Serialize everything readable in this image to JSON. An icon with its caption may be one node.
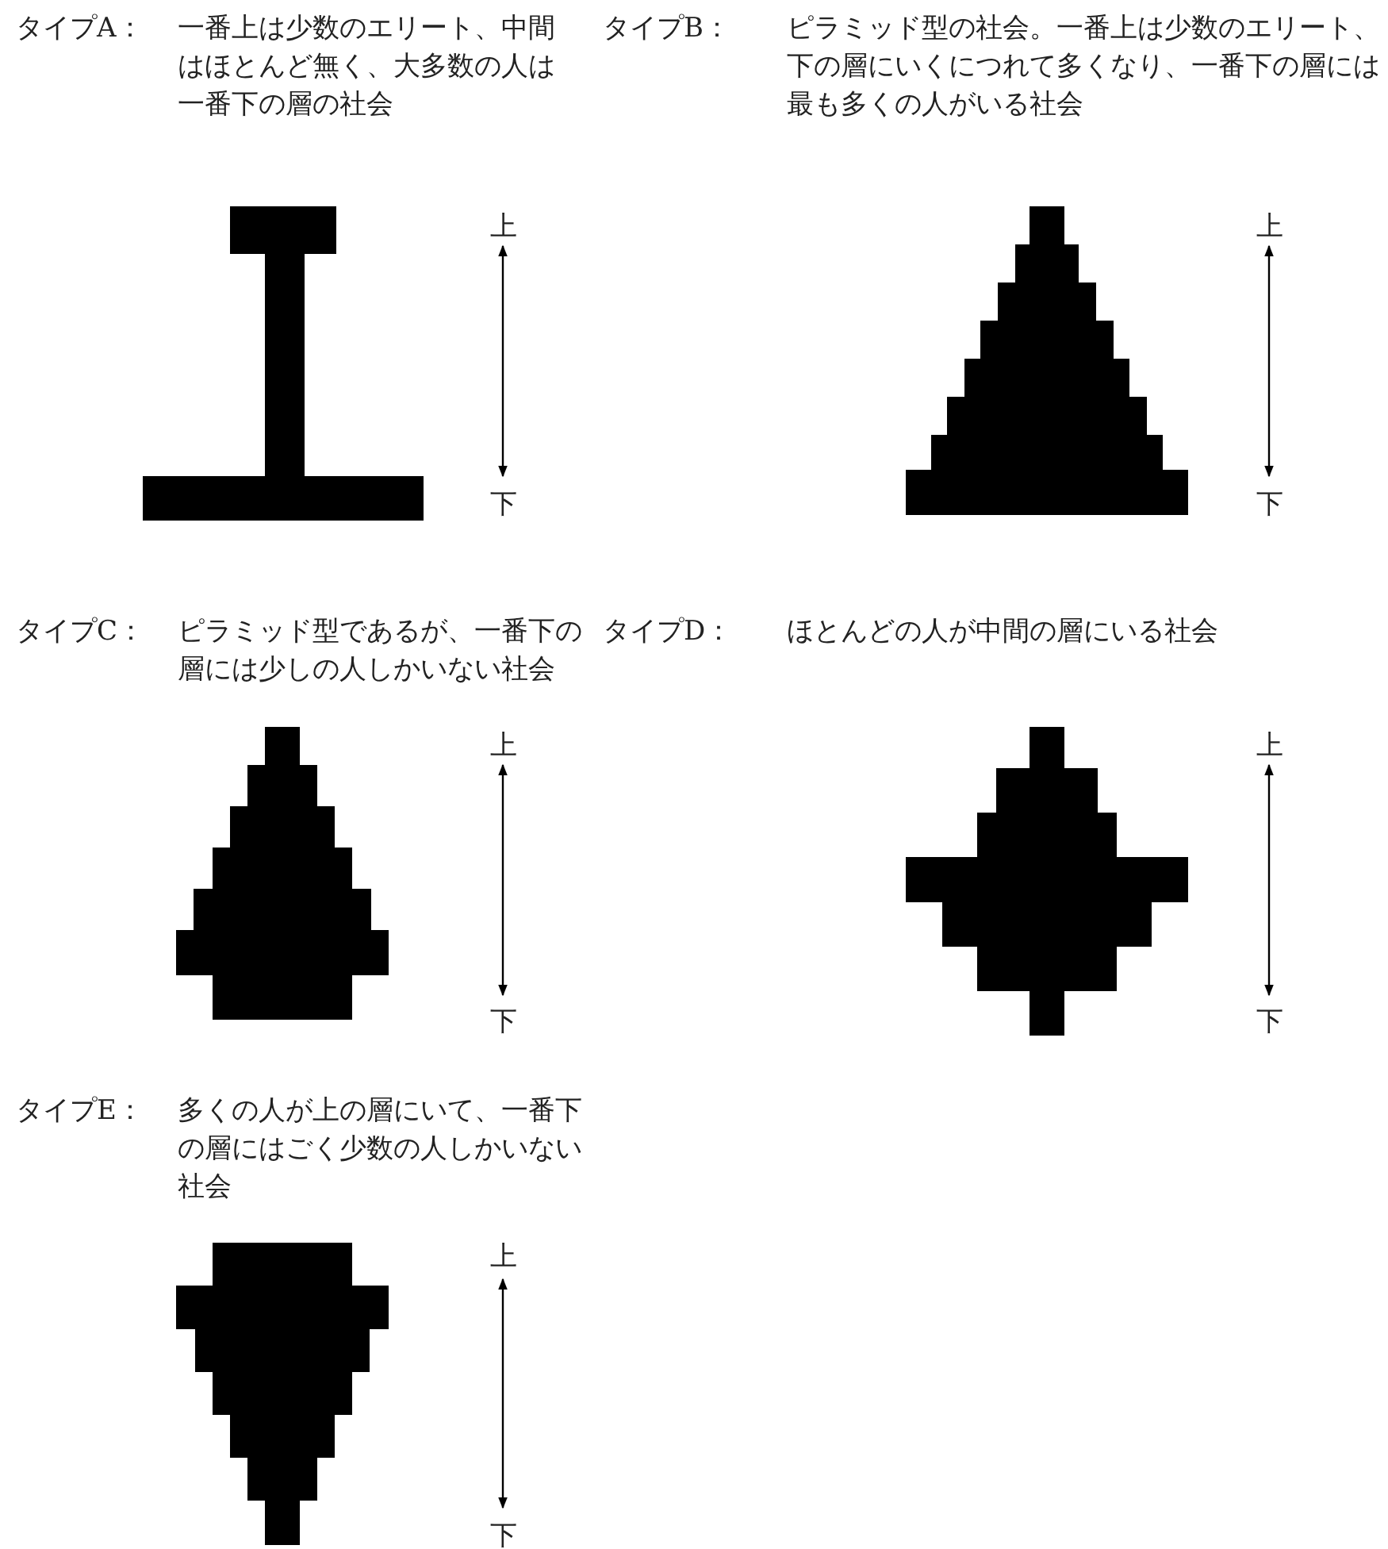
{
  "diagram": {
    "labels": [
      "タイプA：",
      "一番上は少数のエリート、中間はほとんど無く、大多数の人は一番下の層の社会",
      "タイプB：",
      "ピラミッド型の社会。一番上は少数のエリート、下の層にいくにつれて多くなり、一番下の層には最も多くの人がいる社会",
      "上",
      "下",
      "上",
      "下",
      "タイプC：",
      "ピラミッド型であるが、一番下の層には少しの人しかいない社会",
      "タイプD：",
      "ほとんどの人が中間の層にいる社会",
      "上",
      "下",
      "上",
      "下",
      "タイプE：",
      "多くの人が上の層にいて、一番下の層にはごく少数の人しかいない社会",
      "上",
      "下"
    ]
  }
}
